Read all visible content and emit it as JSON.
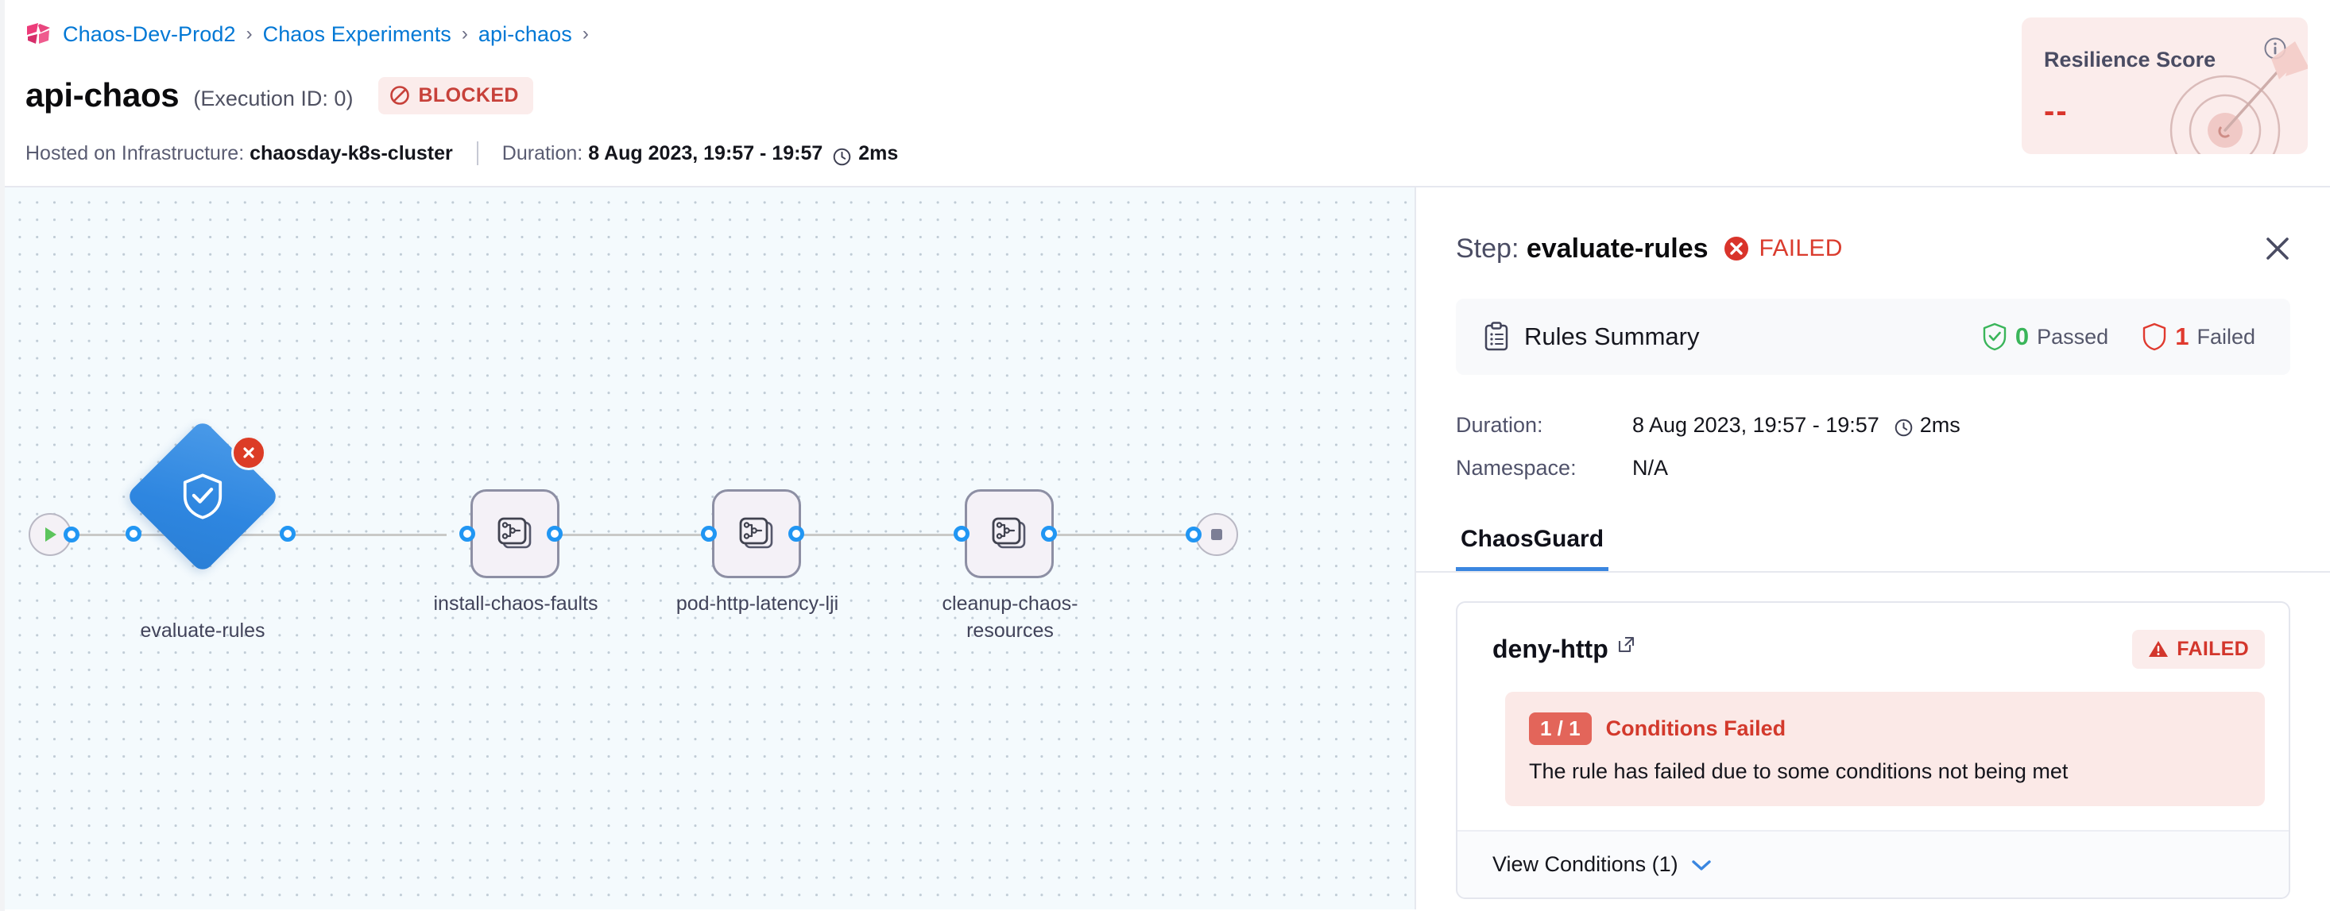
{
  "breadcrumb": {
    "logo_icon": "harness-logo-icon",
    "items": [
      "Chaos-Dev-Prod2",
      "Chaos Experiments",
      "api-chaos"
    ],
    "separator": "›",
    "trailing_separator": "›"
  },
  "header": {
    "title": "api-chaos",
    "execution_id": "(Execution ID: 0)",
    "status": {
      "label": "BLOCKED",
      "icon": "blocked-icon",
      "color": "#c7413a",
      "background": "#fbeceb"
    },
    "infra_label": "Hosted on Infrastructure:",
    "infra_value": "chaosday-k8s-cluster",
    "duration_label": "Duration:",
    "duration_value": "8 Aug 2023, 19:57 - 19:57",
    "duration_clock_icon": "clock-icon",
    "duration_elapsed": "2ms"
  },
  "resilience": {
    "title": "Resilience Score",
    "value": "--",
    "info_icon": "info-icon",
    "art_icon": "target-arrow-icon",
    "background": "#fbeceb",
    "value_color": "#d9342b"
  },
  "graph": {
    "start_icon": "play-icon",
    "end_icon": "stop-icon",
    "nodes": [
      {
        "id": "evaluate-rules",
        "label": "evaluate-rules",
        "type": "diamond",
        "icon": "shield-check-icon",
        "badge_icon": "error-x-icon",
        "status": "failed"
      },
      {
        "id": "install-chaos-faults",
        "label": "install-chaos-faults",
        "type": "step",
        "icon": "chaos-fault-stack-icon",
        "status": "not-run"
      },
      {
        "id": "pod-http-latency-lji",
        "label": "pod-http-latency-lji",
        "type": "step",
        "icon": "chaos-fault-stack-icon",
        "status": "not-run"
      },
      {
        "id": "cleanup-chaos-resources",
        "label": "cleanup-chaos-resources",
        "type": "step",
        "icon": "chaos-fault-stack-icon",
        "status": "not-run"
      }
    ]
  },
  "panel": {
    "title_prefix": "Step:",
    "step_name": "evaluate-rules",
    "status_label": "FAILED",
    "status_icon": "error-x-icon",
    "close_icon": "close-icon",
    "rules_summary": {
      "icon": "clipboard-icon",
      "title": "Rules Summary",
      "passed_count": "0",
      "passed_label": "Passed",
      "passed_icon": "shield-check-icon",
      "failed_count": "1",
      "failed_label": "Failed",
      "failed_icon": "shield-outline-icon"
    },
    "details": [
      {
        "key": "Duration:",
        "value": "8 Aug 2023, 19:57 - 19:57",
        "clock_icon": "clock-icon",
        "elapsed": "2ms"
      },
      {
        "key": "Namespace:",
        "value": "N/A"
      }
    ],
    "tabs": [
      {
        "label": "ChaosGuard",
        "active": true
      }
    ],
    "rule": {
      "name": "deny-http",
      "external_link_icon": "external-link-icon",
      "badge_label": "FAILED",
      "badge_icon": "warning-triangle-icon",
      "conditions_pill": "1 / 1",
      "conditions_label": "Conditions Failed",
      "conditions_message": "The rule has failed due to some conditions not being met",
      "view_conditions_label": "View Conditions (1)",
      "chevron_icon": "chevron-down-icon"
    }
  }
}
